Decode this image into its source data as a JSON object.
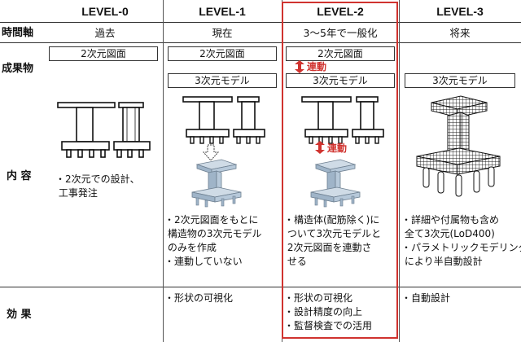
{
  "levels": [
    "LEVEL-0",
    "LEVEL-1",
    "LEVEL-2",
    "LEVEL-3"
  ],
  "row_labels": {
    "timeline": "時間軸",
    "deliverables": "成果物",
    "content": "内 容",
    "effect": "効 果"
  },
  "timeline": [
    "過去",
    "現在",
    "3～5年で一般化",
    "将来"
  ],
  "deliverables": {
    "drawing_2d": "2次元図面",
    "model_3d": "3次元モデル",
    "link_label": "連動"
  },
  "content_notes": {
    "level0": "・2次元での設計、\n 工事発注",
    "level1": "・2次元図面をもとに\n 構造物の3次元モデル\n のみを作成\n・連動していない",
    "level2": "・構造体(配筋除く)に\n ついて3次元モデルと\n 2次元図面を連動さ\n せる",
    "level3": "・詳細や付属物も含め\n 全て3次元(LoD400)\n・パラメトリックモデリング\n により半自動設計"
  },
  "effects": {
    "level1": "・形状の可視化",
    "level2": "・形状の可視化\n・設計精度の向上\n・監督検査での活用",
    "level3": "・自動設計"
  },
  "colors": {
    "highlight": "#d0332f",
    "model_fill": "#b7c9da"
  }
}
